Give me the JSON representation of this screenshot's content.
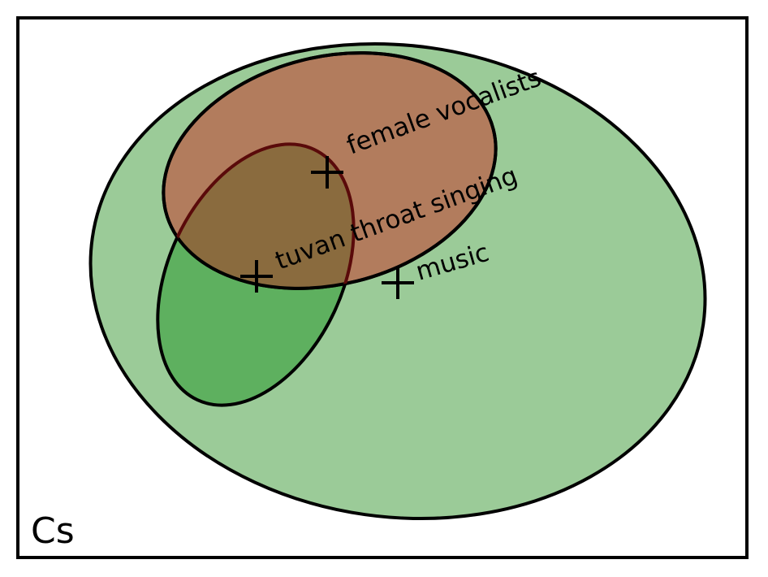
{
  "corner_label": "Cs",
  "concepts": [
    {
      "id": "music",
      "label": "music",
      "fill": "#9BCB98"
    },
    {
      "id": "female-vocalists",
      "label": "female vocalists",
      "fill": "#B27C5D"
    },
    {
      "id": "tuvan-throat-singing",
      "label": "tuvan throat singing",
      "fill": "#5EB05F"
    }
  ],
  "colors": {
    "frame": "#000000",
    "overlap_fill": "#8A6B3E",
    "tuvan_outline": "#5A0A0A",
    "background": "#FFFFFF"
  }
}
